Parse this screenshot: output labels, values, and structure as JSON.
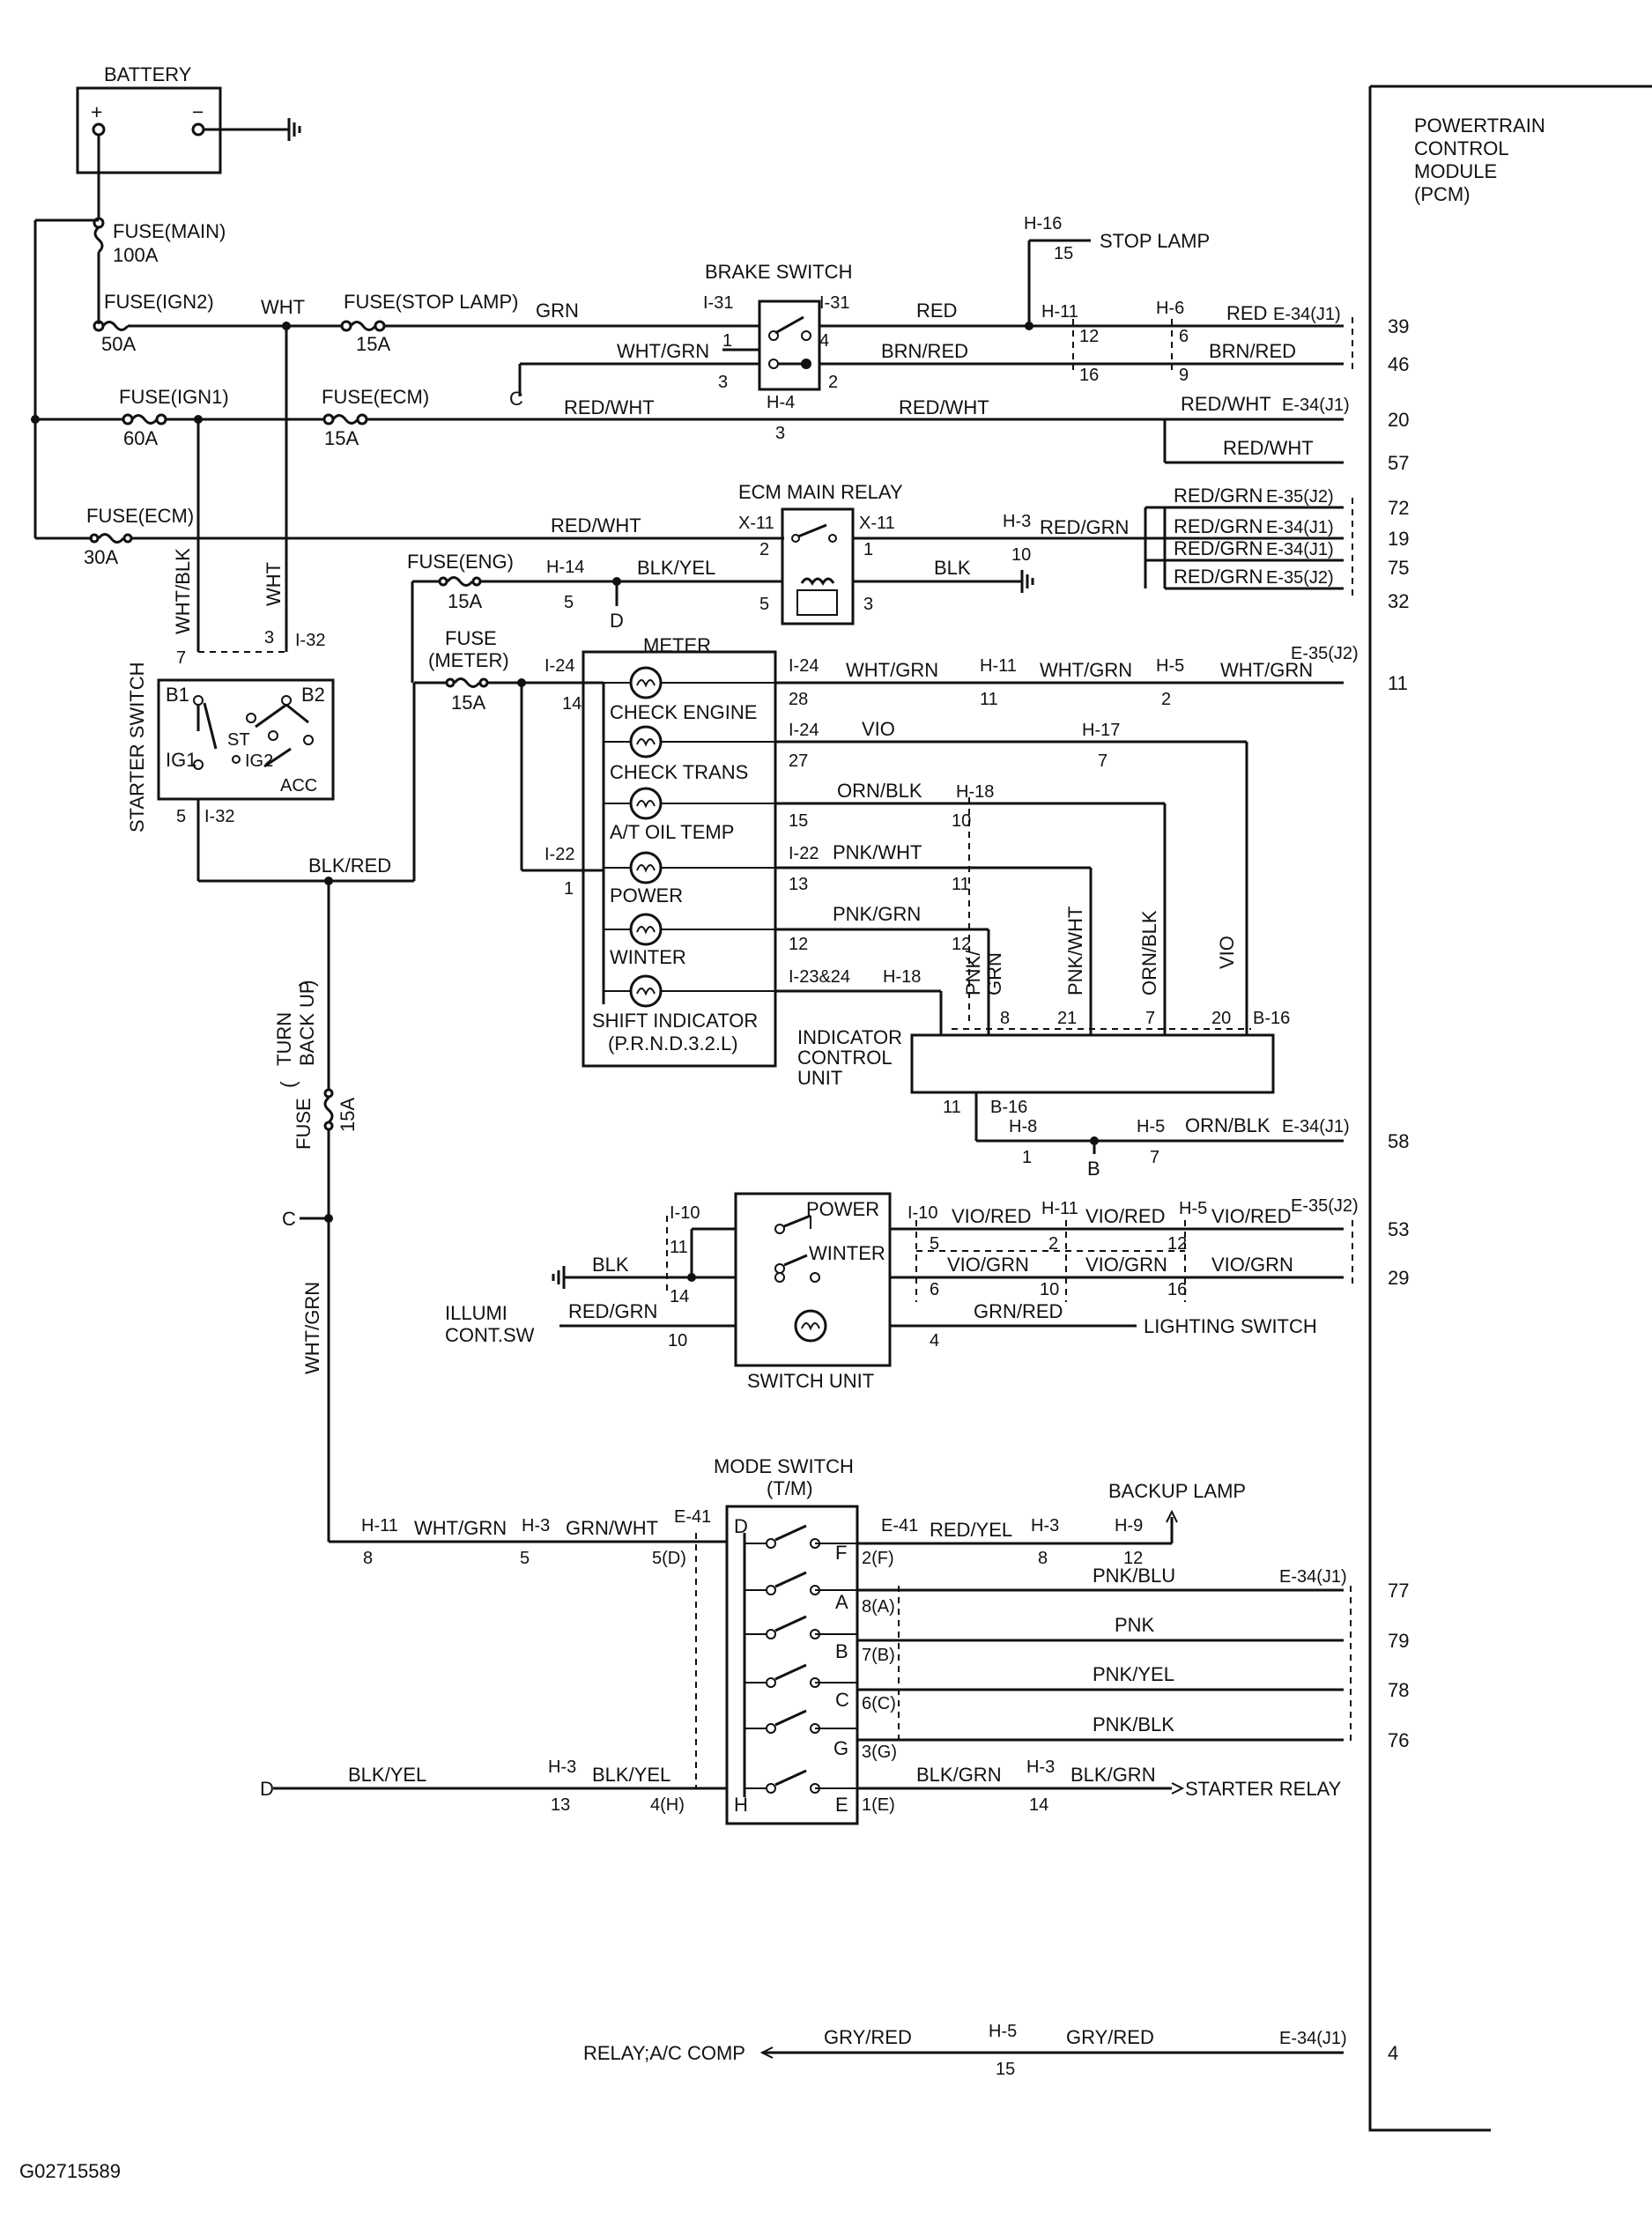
{
  "labels": {
    "battery": "BATTERY",
    "pcm": [
      "POWERTRAIN",
      "CONTROL",
      "MODULE",
      "(PCM)"
    ],
    "fuse_main": "FUSE(MAIN)",
    "fuse_main_amp": "100A",
    "fuse_ign2": "FUSE(IGN2)",
    "fuse_ign2_amp": "50A",
    "fuse_stop": "FUSE(STOP LAMP)",
    "fuse_stop_amp": "15A",
    "fuse_ign1": "FUSE(IGN1)",
    "fuse_ign1_amp": "60A",
    "fuse_ecm1": "FUSE(ECM)",
    "fuse_ecm1_amp": "15A",
    "fuse_ecm2": "FUSE(ECM)",
    "fuse_ecm2_amp": "30A",
    "fuse_eng": "FUSE(ENG)",
    "fuse_eng_amp": "15A",
    "fuse_meter": "FUSE",
    "fuse_meter2": "(METER)",
    "fuse_meter_amp": "15A",
    "fuse_turn_a": "FUSE",
    "fuse_turn_b": "TURN",
    "fuse_turn_c": "BACK UP",
    "fuse_turn_amp": "15A",
    "brake_switch": "BRAKE SWITCH",
    "stop_lamp": "STOP LAMP",
    "ecm_main_relay": "ECM MAIN RELAY",
    "starter_switch": "STARTER SWITCH",
    "meter": "METER",
    "check_engine": "CHECK ENGINE",
    "check_trans": "CHECK TRANS",
    "at_oil_temp": "A/T OIL TEMP",
    "power": "POWER",
    "winter": "WINTER",
    "shift_indicator": "SHIFT INDICATOR",
    "prnd": "(P.R.N.D.3.2.L)",
    "indicator_unit": [
      "INDICATOR",
      "CONTROL",
      "UNIT"
    ],
    "switch_unit": "SWITCH UNIT",
    "sw_power": "POWER",
    "sw_winter": "WINTER",
    "illumi": [
      "ILLUMI",
      "CONT.SW"
    ],
    "lighting_switch": "LIGHTING SWITCH",
    "mode_switch": [
      "MODE SWITCH",
      "(T/M)"
    ],
    "backup_lamp": "BACKUP LAMP",
    "starter_relay": "STARTER RELAY",
    "relay_ac": "RELAY;A/C COMP",
    "code": "G02715589"
  },
  "wire_colors": {
    "wht": "WHT",
    "grn": "GRN",
    "red": "RED",
    "wht_grn": "WHT/GRN",
    "brn_red": "BRN/RED",
    "red_wht": "RED/WHT",
    "red_grn": "RED/GRN",
    "blk_yel": "BLK/YEL",
    "blk": "BLK",
    "wht_blk": "WHT/BLK",
    "blk_red": "BLK/RED",
    "vio": "VIO",
    "orn_blk": "ORN/BLK",
    "pnk_wht": "PNK/WHT",
    "pnk_grn": "PNK/GRN",
    "pnk_grn_split": [
      "PNK/",
      "GRN"
    ],
    "vio_red": "VIO/RED",
    "vio_grn": "VIO/GRN",
    "grn_red": "GRN/RED",
    "grn_wht": "GRN/WHT",
    "red_yel": "RED/YEL",
    "pnk_blu": "PNK/BLU",
    "pnk": "PNK",
    "pnk_yel": "PNK/YEL",
    "pnk_blk": "PNK/BLK",
    "blk_grn": "BLK/GRN",
    "gry_red": "GRY/RED"
  },
  "connectors": {
    "i31": "I-31",
    "h4": "H-4",
    "h16": "H-16",
    "h11": "H-11",
    "h6": "H-6",
    "h3": "H-3",
    "x11": "X-11",
    "h14": "H-14",
    "i32": "I-32",
    "i24": "I-24",
    "i22": "I-22",
    "i2324": "I-23&24",
    "h18": "H-18",
    "h17": "H-17",
    "h5": "H-5",
    "b16": "B-16",
    "h8": "H-8",
    "i10": "I-10",
    "e41": "E-41",
    "h9": "H-9",
    "e34": "E-34(J1)",
    "e35": "E-35(J2)"
  },
  "pcm_pins": [
    "39",
    "46",
    "20",
    "57",
    "72",
    "19",
    "75",
    "32",
    "11",
    "58",
    "53",
    "29",
    "77",
    "79",
    "78",
    "76",
    "4"
  ],
  "pin_nums": {
    "n1": "1",
    "n2": "2",
    "n3": "3",
    "n4": "4",
    "n5": "5",
    "n6": "6",
    "n7": "7",
    "n8": "8",
    "n9": "9",
    "n10": "10",
    "n11": "11",
    "n12": "12",
    "n13": "13",
    "n14": "14",
    "n15": "15",
    "n16": "16",
    "n20": "20",
    "n21": "21",
    "n27": "27",
    "n28": "28"
  },
  "starter_terms": {
    "b1": "B1",
    "b2": "B2",
    "ig1": "IG1",
    "ig2": "IG2",
    "st": "ST",
    "acc": "ACC"
  },
  "mode_terms": {
    "d": "D",
    "f": "F",
    "a": "A",
    "b": "B",
    "c": "C",
    "g": "G",
    "h": "H",
    "e": "E",
    "d5": "5(D)",
    "f2": "2(F)",
    "a8": "8(A)",
    "b7": "7(B)",
    "c6": "6(C)",
    "g3": "3(G)",
    "h4": "4(H)",
    "e1": "1(E)"
  },
  "nodes": {
    "c": "C",
    "d": "D",
    "b": "B"
  }
}
